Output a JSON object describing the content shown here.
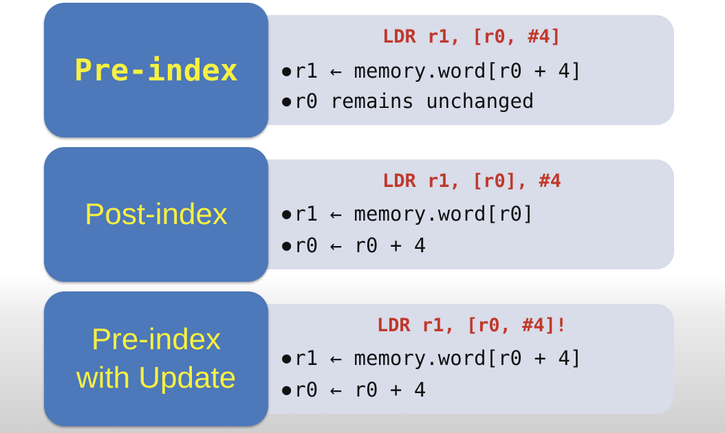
{
  "rows": [
    {
      "label": "Pre-index",
      "instruction": "LDR r1, [r0, #4]",
      "bullets": [
        "r1 ← memory.word[r0 + 4]",
        "r0 remains unchanged"
      ]
    },
    {
      "label": "Post-index",
      "instruction": "LDR r1, [r0], #4",
      "bullets": [
        "r1 ← memory.word[r0]",
        "r0 ← r0 + 4"
      ]
    },
    {
      "label_lines": [
        "Pre-index",
        "with Update"
      ],
      "instruction": "LDR r1, [r0, #4]!",
      "bullets": [
        "r1 ← memory.word[r0 + 4]",
        "r0 ← r0 + 4"
      ]
    }
  ],
  "colors": {
    "label_box": "#4d78b9",
    "label_text": "#f7f042",
    "detail_box": "#d9dce9",
    "instruction": "#c0392b"
  }
}
